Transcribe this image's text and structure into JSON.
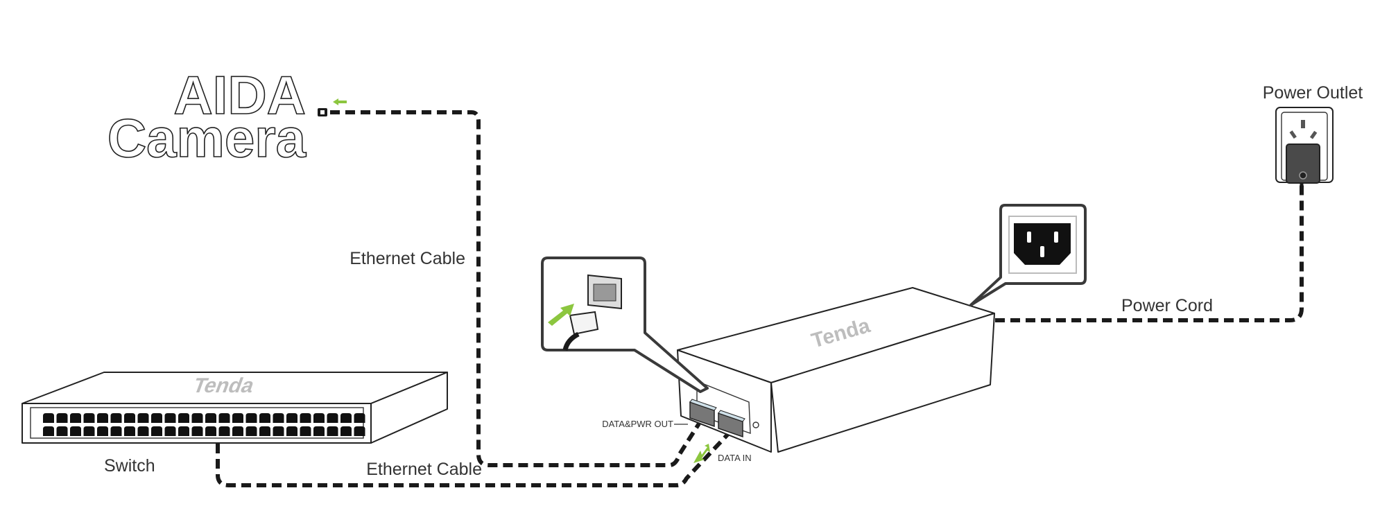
{
  "title": {
    "line1": "AIDA",
    "line2": "Camera"
  },
  "devices": {
    "camera": {
      "name": "AIDA Camera"
    },
    "switch": {
      "label": "Switch",
      "brand": "Tenda"
    },
    "poe_injector": {
      "brand": "Tenda",
      "port_out_label": "DATA&PWR OUT",
      "port_in_label": "DATA  IN"
    },
    "outlet": {
      "label": "Power Outlet"
    }
  },
  "cables": {
    "camera_to_injector": {
      "label": "Ethernet Cable"
    },
    "switch_to_injector": {
      "label": "Ethernet Cable"
    },
    "power": {
      "label": "Power Cord"
    }
  },
  "callouts": {
    "rj45": {
      "icon": "rj45-plug-into-jack-icon"
    },
    "power_inlet": {
      "icon": "iec-c14-power-inlet-icon"
    }
  },
  "colors": {
    "arrow_green": "#8cc63f",
    "line": "#1a1a1a",
    "text": "#333333",
    "brand_gray": "#bdbdbd"
  }
}
